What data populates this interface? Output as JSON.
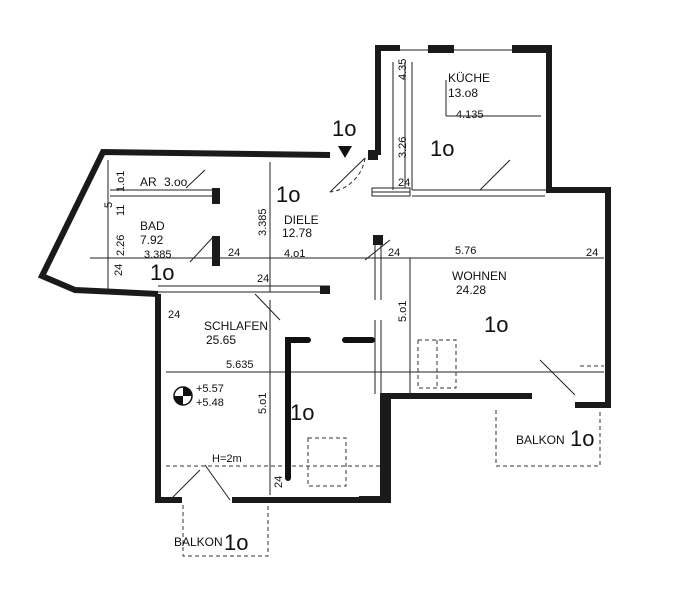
{
  "rooms": {
    "kueche": {
      "name": "KÜCHE",
      "area": "13.o8",
      "width": "4.135",
      "depth": "3.26",
      "top": "4.35",
      "mark": "1o"
    },
    "ar": {
      "name": "AR",
      "area": "3.oo"
    },
    "bad": {
      "name": "BAD",
      "area": "7.92",
      "width": "3.385",
      "depth": "2.26",
      "top": "1.o1",
      "mark": "1o"
    },
    "diele": {
      "name": "DIELE",
      "area": "12.78",
      "depth": "3.385",
      "width": "4.o1",
      "mark": "1o"
    },
    "wohnen": {
      "name": "WOHNEN",
      "area": "24.28",
      "width": "5.76",
      "depth": "5.o1",
      "mark": "1o"
    },
    "schlafen": {
      "name": "SCHLAFEN",
      "area": "25.65",
      "width": "5.635",
      "depth": "5.o1",
      "mark": "1o"
    }
  },
  "entrance_mark": "1o",
  "level": {
    "upper": "+5.57",
    "lower": "+5.48"
  },
  "height_note": "H=2m",
  "balkon_right": {
    "label": "BALKON",
    "mark": "1o"
  },
  "balkon_bottom": {
    "label": "BALKON",
    "mark": "1o"
  },
  "wall_thickness": [
    "24",
    "24",
    "24",
    "24",
    "24",
    "24",
    "24",
    "24"
  ],
  "small_dims": [
    "5",
    "11"
  ]
}
